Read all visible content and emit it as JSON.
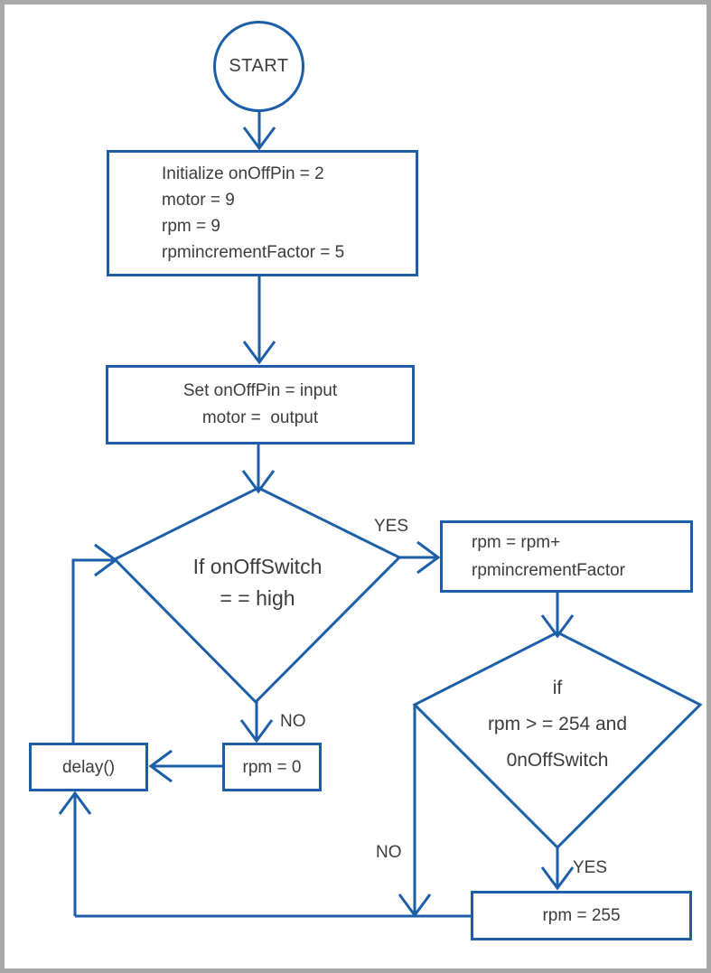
{
  "colors": {
    "line_blue": "#1c5fa8",
    "text_dark": "#3c3c3c",
    "frame_gray": "#a8a8a8",
    "background": "#ffffff"
  },
  "nodes": {
    "start": {
      "shape": "terminator-circle",
      "label": "START"
    },
    "init": {
      "shape": "process",
      "lines": [
        "Initialize onOffPin = 2",
        "motor = 9",
        "rpm = 9",
        "rpmincrementFactor = 5"
      ]
    },
    "set_pins": {
      "shape": "process",
      "lines": [
        "Set onOffPin = input",
        "motor =  output"
      ]
    },
    "decision_switch": {
      "shape": "decision-diamond",
      "lines": [
        "If onOffSwitch",
        "= = high"
      ]
    },
    "increment_rpm": {
      "shape": "process",
      "lines": [
        "rpm = rpm+",
        "rpmincrementFactor"
      ]
    },
    "decision_rpm_max": {
      "shape": "decision-diamond",
      "lines": [
        "if",
        "rpm > = 254 and",
        "0nOffSwitch"
      ]
    },
    "rpm_zero": {
      "shape": "process",
      "label": "rpm = 0"
    },
    "delay": {
      "shape": "process",
      "label": "delay()"
    },
    "rpm_max": {
      "shape": "process",
      "label": "rpm = 255"
    }
  },
  "edge_labels": {
    "decision_switch_yes": "YES",
    "decision_switch_no": "NO",
    "decision_rpm_max_yes": "YES",
    "decision_rpm_max_no": "NO"
  }
}
